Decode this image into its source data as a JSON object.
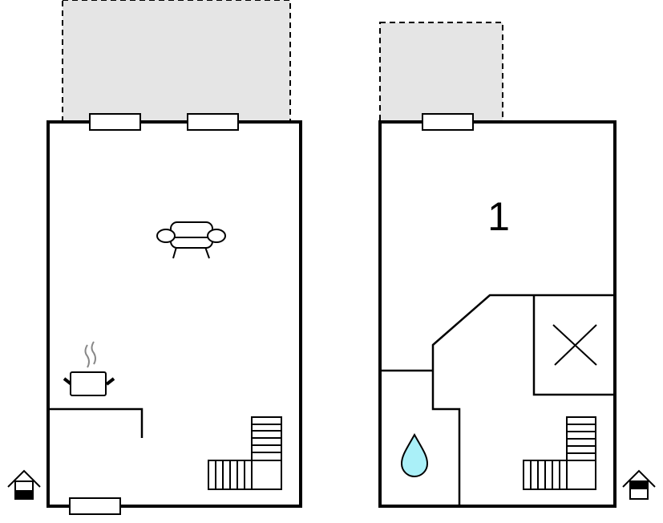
{
  "floors": [
    {
      "name": "ground-floor",
      "rooms": [],
      "icons": [
        "sofa-icon",
        "cooking-pot-icon",
        "stairs-icon",
        "entrance-icon"
      ]
    },
    {
      "name": "upper-floor",
      "rooms": [
        {
          "label": "1"
        }
      ],
      "icons": [
        "bathroom-drop-icon",
        "void-cross-icon",
        "stairs-icon",
        "entrance-icon"
      ]
    }
  ],
  "colors": {
    "terrace": "#e5e5e5",
    "water": "#aaf0f8",
    "wall": "#000000"
  }
}
